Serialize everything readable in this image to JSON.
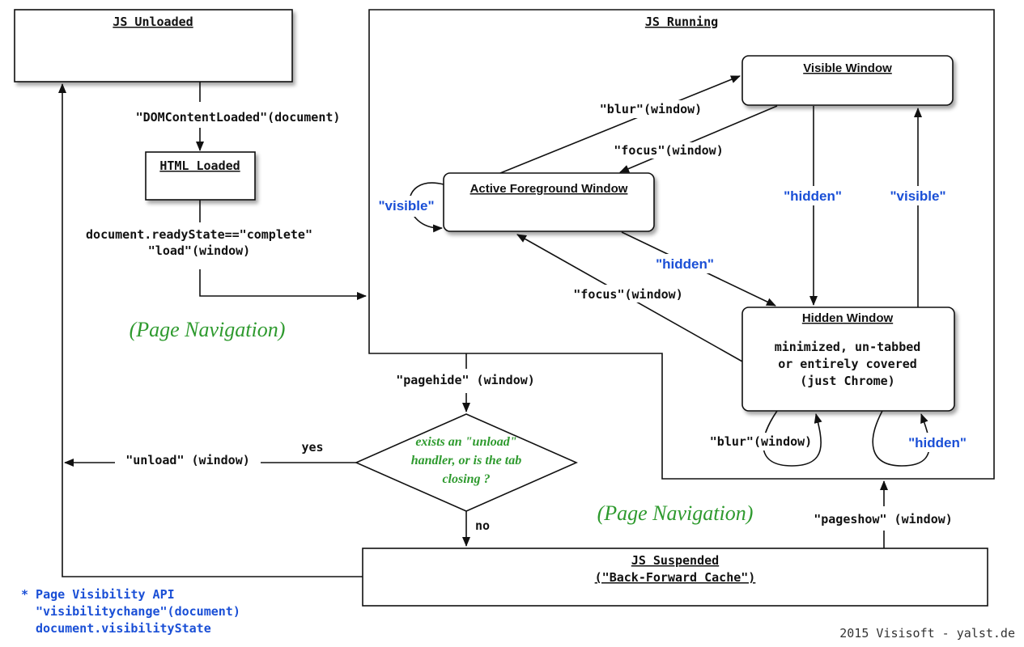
{
  "states": {
    "js_unloaded": "JS Unloaded",
    "html_loaded": "HTML Loaded",
    "js_running": "JS Running",
    "visible_window": "Visible Window",
    "active_foreground_window": "Active Foreground Window",
    "hidden_window": "Hidden Window",
    "hidden_window_desc": [
      "minimized, un-tabbed",
      "or entirely covered",
      "(just Chrome)"
    ],
    "js_suspended": "JS Suspended",
    "js_suspended_sub": "(\"Back-Forward Cache\")"
  },
  "events": {
    "dom_content_loaded": "\"DOMContentLoaded\"(document)",
    "ready_state": "document.readyState==\"complete\"",
    "load": "\"load\"(window)",
    "blur_top": "\"blur\"(window)",
    "focus_top": "\"focus\"(window)",
    "focus_mid": "\"focus\"(window)",
    "blur_bottom": "\"blur\"(window)",
    "pagehide": "\"pagehide\" (window)",
    "unload": "\"unload\" (window)",
    "pageshow": "\"pageshow\" (window)"
  },
  "visibility": {
    "visible_self": "\"visible\"",
    "hidden_right": "\"hidden\"",
    "visible_right": "\"visible\"",
    "hidden_mid": "\"hidden\"",
    "hidden_bottom": "\"hidden\""
  },
  "decision": {
    "lines": [
      "exists an \"unload\"",
      "handler, or is the tab",
      "closing ?"
    ],
    "yes": "yes",
    "no": "no"
  },
  "annotations": {
    "page_navigation_left": "(Page Navigation)",
    "page_navigation_right": "(Page Navigation)"
  },
  "legend": {
    "lines": [
      "* Page Visibility API",
      "\"visibilitychange\"(document)",
      "document.visibilityState"
    ]
  },
  "footer": "2015 Visisoft - yalst.de"
}
